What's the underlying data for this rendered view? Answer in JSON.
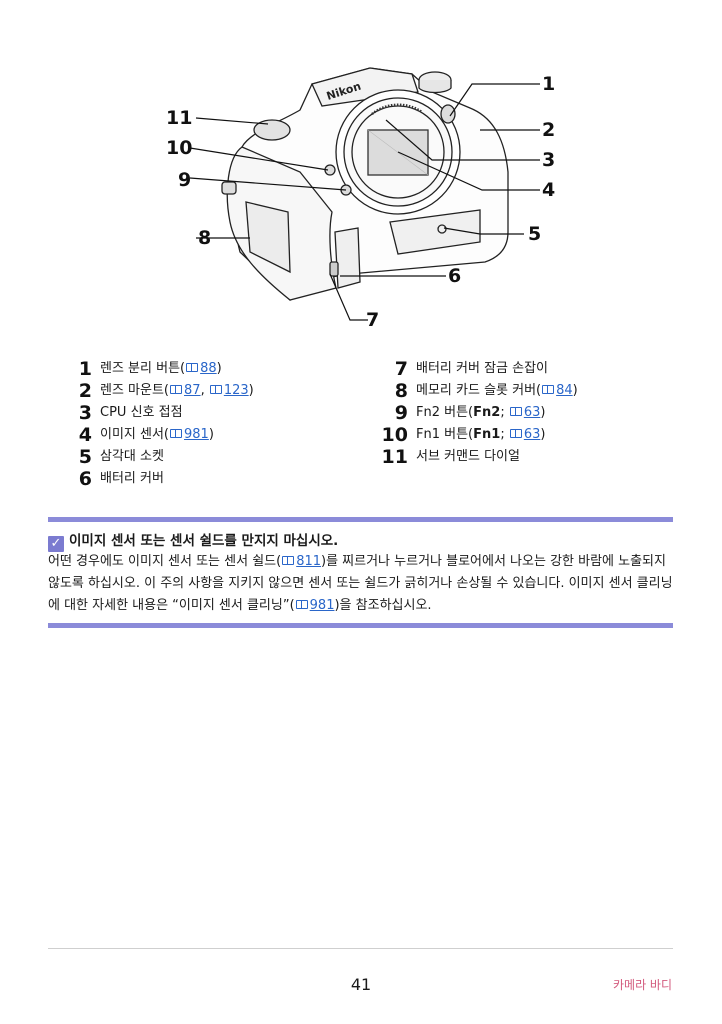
{
  "figure": {
    "brand": "Nikon",
    "callouts": [
      "1",
      "2",
      "3",
      "4",
      "5",
      "6",
      "7",
      "8",
      "9",
      "10",
      "11"
    ]
  },
  "legend_left": [
    {
      "num": "1",
      "label": "렌즈 분리 버튼(",
      "refs": [
        "88"
      ],
      "tail": ")"
    },
    {
      "num": "2",
      "label": "렌즈 마운트(",
      "refs": [
        "87",
        "123"
      ],
      "tail": ")"
    },
    {
      "num": "3",
      "label": "CPU 신호 접점",
      "refs": [],
      "tail": ""
    },
    {
      "num": "4",
      "label": "이미지 센서(",
      "refs": [
        "981"
      ],
      "tail": ")"
    },
    {
      "num": "5",
      "label": "삼각대 소켓",
      "refs": [],
      "tail": ""
    },
    {
      "num": "6",
      "label": "배터리 커버",
      "refs": [],
      "tail": ""
    }
  ],
  "legend_right": [
    {
      "num": "7",
      "label": "배터리 커버 잠금 손잡이"
    },
    {
      "num": "8",
      "label": "메모리 카드 슬롯 커버(",
      "ref": "84",
      "tail": ")"
    },
    {
      "num": "9",
      "label": "Fn2 버튼(",
      "bold": "Fn2",
      "sep": "; ",
      "ref": "63",
      "tail": ")"
    },
    {
      "num": "10",
      "label": "Fn1 버튼(",
      "bold": "Fn1",
      "sep": "; ",
      "ref": "63",
      "tail": ")"
    },
    {
      "num": "11",
      "label": "서브 커맨드 다이얼"
    }
  ],
  "note": {
    "title": "이미지 센서 또는 센서 쉴드를 만지지 마십시오.",
    "body_1": "어떤 경우에도 이미지 센서 또는 센서 쉴드(",
    "ref_1": "811",
    "body_2": ")를 찌르거나 누르거나 블로어에서 나오는 강한 바람에 노출되지 않도록 하십시오. 이 주의 사항을 지키지 않으면 센서 또는 쉴드가 긁히거나 손상될 수 있습니다. 이미지 센서 클리닝에 대한 자세한 내용은 “이미지 센서 클리닝”(",
    "ref_2": "981",
    "body_3": ")을 참조하십시오."
  },
  "footer": {
    "page_number": "41",
    "section": "카메라 바디"
  }
}
